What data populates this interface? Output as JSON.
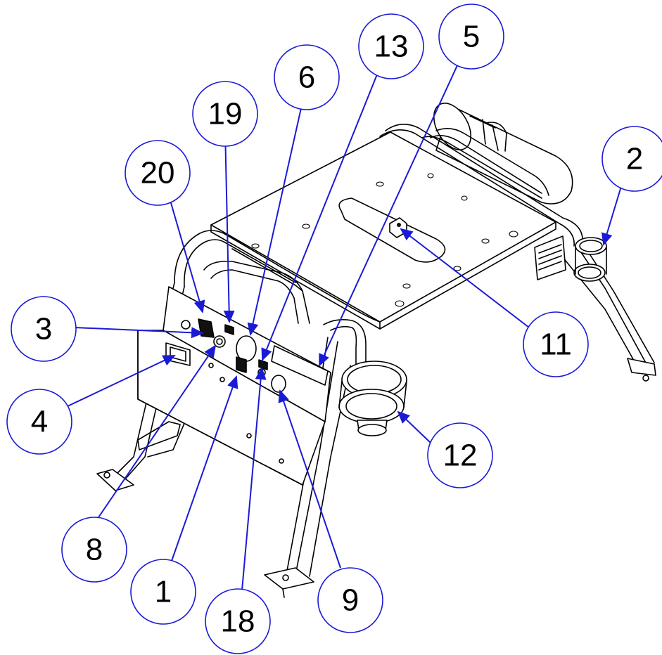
{
  "diagram": {
    "callouts": [
      {
        "id": "c1",
        "label": "1"
      },
      {
        "id": "c2",
        "label": "2"
      },
      {
        "id": "c3",
        "label": "3"
      },
      {
        "id": "c4",
        "label": "4"
      },
      {
        "id": "c5",
        "label": "5"
      },
      {
        "id": "c6",
        "label": "6"
      },
      {
        "id": "c8",
        "label": "8"
      },
      {
        "id": "c9",
        "label": "9"
      },
      {
        "id": "c11",
        "label": "11"
      },
      {
        "id": "c12",
        "label": "12"
      },
      {
        "id": "c13",
        "label": "13"
      },
      {
        "id": "c18",
        "label": "18"
      },
      {
        "id": "c19",
        "label": "19"
      },
      {
        "id": "c20",
        "label": "20"
      }
    ],
    "colors": {
      "callout": "#1a1ad6",
      "ink": "#000000",
      "background": "#ffffff"
    }
  }
}
